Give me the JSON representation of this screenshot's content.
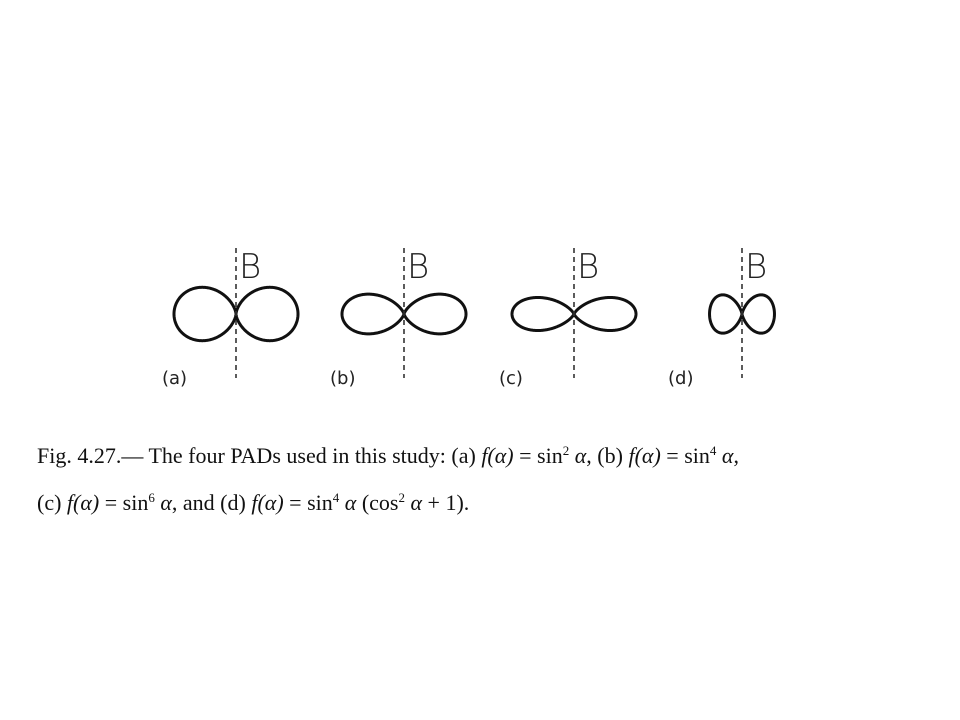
{
  "figure": {
    "axis_label": "B",
    "panels": [
      {
        "label": "(a)",
        "function": "sin^2 α",
        "power": 2,
        "extra_factor": null
      },
      {
        "label": "(b)",
        "function": "sin^4 α",
        "power": 4,
        "extra_factor": null
      },
      {
        "label": "(c)",
        "function": "sin^6 α",
        "power": 6,
        "extra_factor": null
      },
      {
        "label": "(d)",
        "function": "sin^4 α (cos^2 α + 1)",
        "power": 4,
        "extra_factor": "cos^2 α + 1"
      }
    ]
  },
  "caption": {
    "fig_number": "Fig. 4.27.—",
    "intro": "The four PADs used in this study:",
    "a_label": "(a)",
    "b_label": "(b)",
    "c_label": "(c)",
    "and_text": "and",
    "d_label": "(d)",
    "f_alpha": "f(α)",
    "equals": "=",
    "sin": "sin",
    "cos": "cos",
    "alpha": "α",
    "exp_a": "2",
    "exp_b": "4",
    "exp_c": "6",
    "exp_d": "4",
    "exp_cos": "2",
    "plus_one": "+ 1)."
  }
}
